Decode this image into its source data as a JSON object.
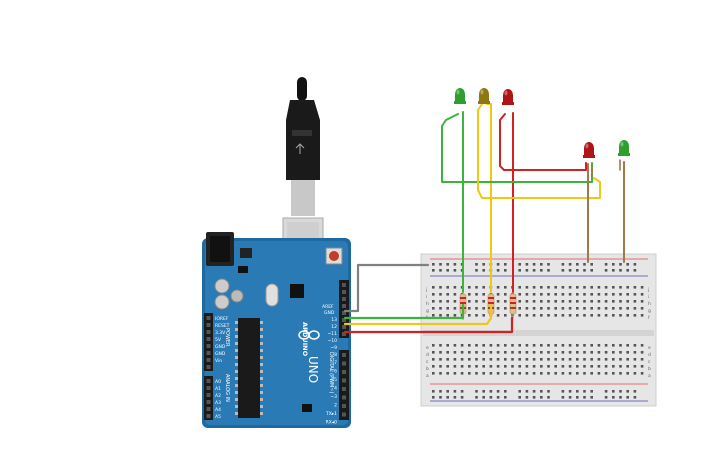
{
  "arduino": {
    "brand": "ARDUINO",
    "model": "UNO",
    "digital_label": "DIGITAL (PWM~)",
    "power_label": "POWER",
    "analog_label": "ANALOG IN",
    "aref": "AREF",
    "gnd": "GND",
    "pins_top": [
      "13",
      "12",
      "~11",
      "~10",
      "~9",
      "8"
    ],
    "pins_bottom": [
      "7",
      "~6",
      "~5",
      "4",
      "~3",
      "2",
      "TX▸1",
      "RX◂0"
    ],
    "power_pins": [
      "IOREF",
      "RESET",
      "3.3V",
      "5V",
      "GND",
      "GND",
      "Vin"
    ],
    "analog_pins": [
      "A0",
      "A1",
      "A2",
      "A3",
      "A4",
      "A5"
    ]
  },
  "breadboard": {
    "row_letters_top": [
      "a",
      "b",
      "c",
      "d",
      "e"
    ],
    "row_letters_bottom": [
      "f",
      "g",
      "h",
      "i",
      "j"
    ]
  },
  "leds": [
    {
      "name": "led-green-1",
      "color": "#2e9e2e"
    },
    {
      "name": "led-yellow",
      "color": "#8c7a10"
    },
    {
      "name": "led-red-1",
      "color": "#b01515"
    },
    {
      "name": "led-red-2",
      "color": "#b01515"
    },
    {
      "name": "led-green-2",
      "color": "#2e9e2e"
    }
  ],
  "wire_colors": {
    "green": "#3cb43c",
    "yellow": "#f0c814",
    "red": "#d42020",
    "gray": "#808080",
    "brown": "#a0784a"
  }
}
